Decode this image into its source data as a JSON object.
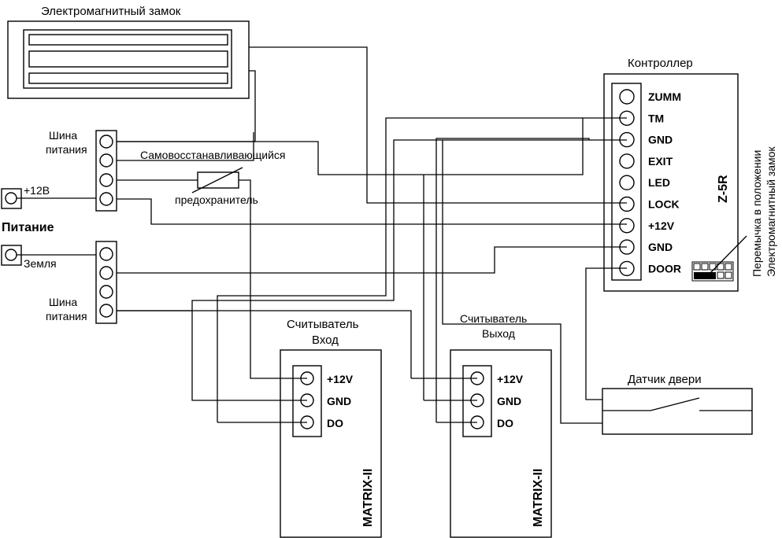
{
  "lock": {
    "title": "Электромагнитный замок"
  },
  "controller": {
    "title": "Контроллер",
    "model": "Z-5R",
    "pins": [
      "ZUMM",
      "TM",
      "GND",
      "EXIT",
      "LED",
      "LOCK",
      "+12V",
      "GND",
      "DOOR"
    ],
    "jumper_note_line1": "Перемычка в положении",
    "jumper_note_line2": "Электромагнитный замок"
  },
  "power": {
    "bus_top_label_line1": "Шина",
    "bus_top_label_line2": "питания",
    "bus_bottom_label_line1": "Шина",
    "bus_bottom_label_line2": "питания",
    "plus_label": "+12В",
    "title": "Питание",
    "ground_label": "Земля"
  },
  "fuse": {
    "label_line1": "Самовосстанавливающийся",
    "label_line2": "предохранитель"
  },
  "reader_in": {
    "title_line1": "Считыватель",
    "title_line2": "Вход",
    "pins": [
      "+12V",
      "GND",
      "DO"
    ],
    "model": "MATRIX-II"
  },
  "reader_out": {
    "title_line1": "Считыватель",
    "title_line2": "Выход",
    "pins": [
      "+12V",
      "GND",
      "DO"
    ],
    "model": "MATRIX-II"
  },
  "door_sensor": {
    "title": "Датчик двери"
  }
}
